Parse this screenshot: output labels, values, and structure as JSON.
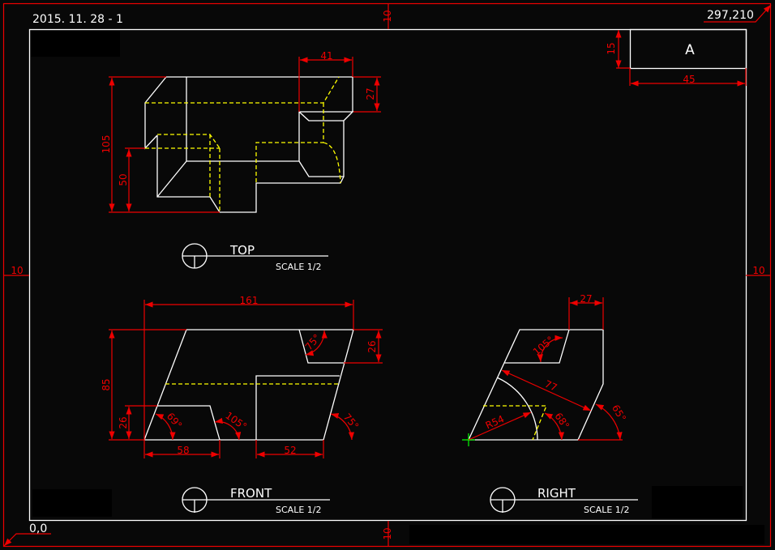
{
  "header": {
    "date": "2015. 11. 28 - 1",
    "sheet_size": "297,210",
    "origin": "0,0"
  },
  "margins": {
    "top": "10",
    "bottom": "10",
    "left": "10",
    "right": "10"
  },
  "title_block": {
    "label": "A",
    "height": "15",
    "width": "45"
  },
  "views": {
    "top": {
      "title": "TOP",
      "scale": "SCALE 1/2",
      "dims": {
        "notch_width": "41",
        "notch_depth": "27",
        "total_height": "105",
        "lower_height": "50"
      }
    },
    "front": {
      "title": "FRONT",
      "scale": "SCALE 1/2",
      "dims": {
        "total_width": "161",
        "total_height": "85",
        "slot_height": "26",
        "notch_depth": "26",
        "slot_width": "58",
        "right_width": "52",
        "angle_left": "69°",
        "angle_slot": "105°",
        "angle_right": "75°",
        "angle_notch": "75°"
      }
    },
    "right": {
      "title": "RIGHT",
      "scale": "SCALE 1/2",
      "dims": {
        "top_width": "27",
        "diagonal": "77",
        "radius": "R54",
        "angle_notch": "105°",
        "angle_inner": "68°",
        "angle_outer": "65°"
      }
    }
  },
  "colors": {
    "line": "#ffffff",
    "dimension": "#ee0000",
    "hidden": "#ffff00",
    "origin_marker": "#00ff00"
  }
}
